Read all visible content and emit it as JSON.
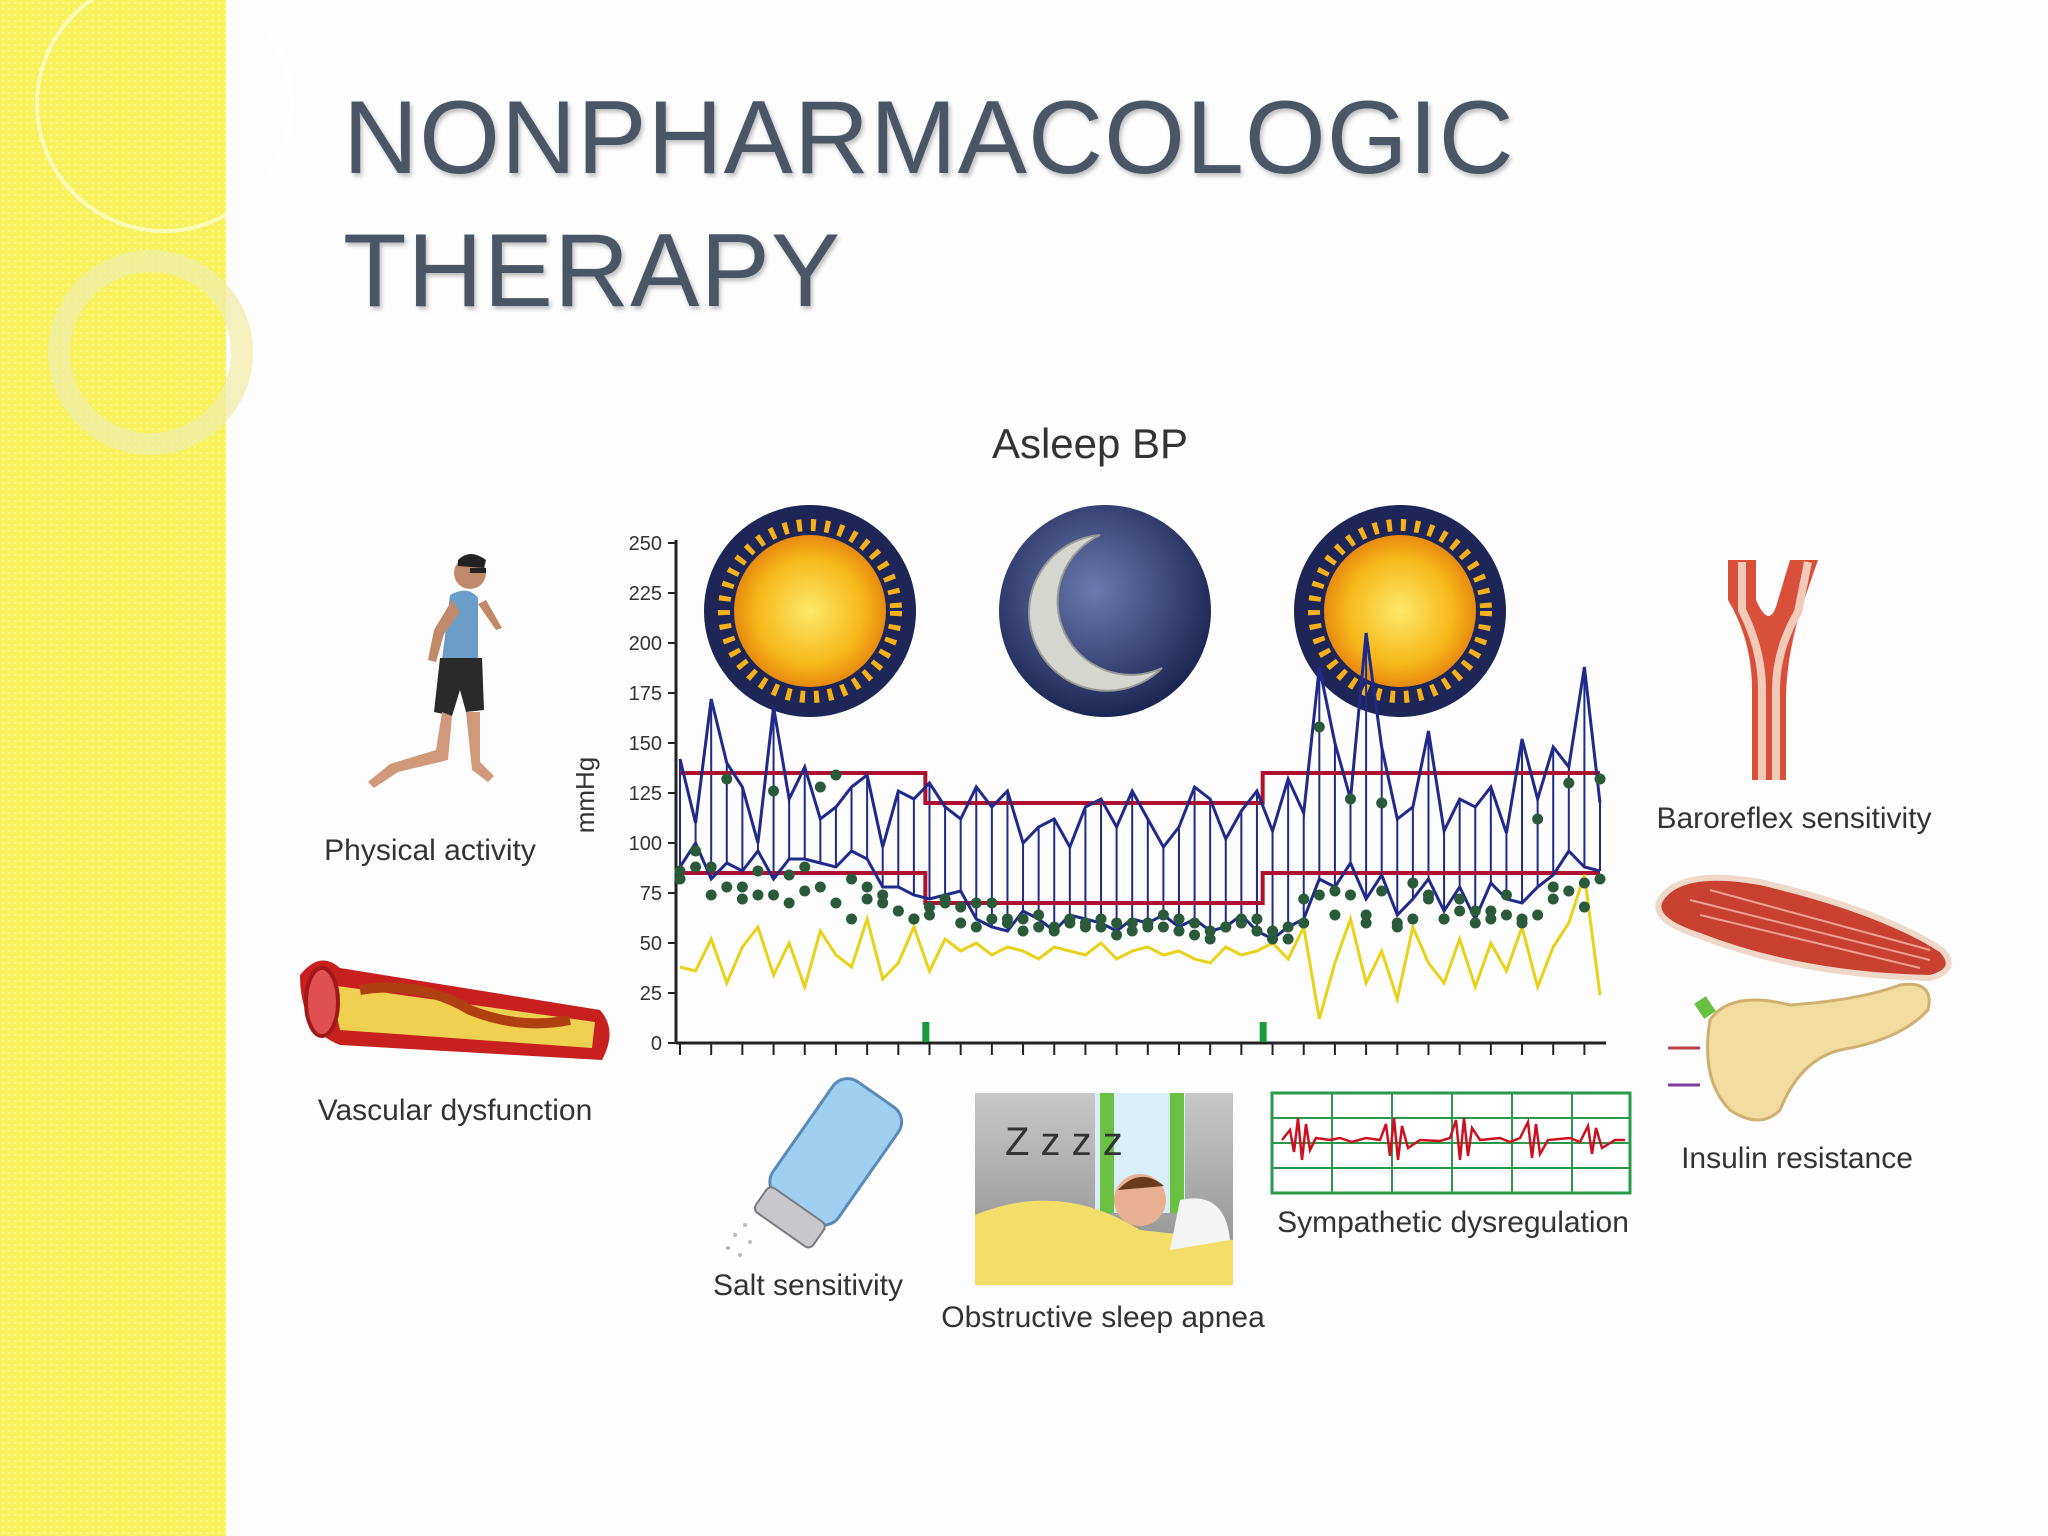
{
  "slide": {
    "title": "NONPHARMACOLOGIC\nTHERAPY"
  },
  "figure": {
    "labels": {
      "physical_activity": "Physical activity",
      "vascular_dysfunction": "Vascular dysfunction",
      "salt_sensitivity": "Salt sensitivity",
      "obstructive_sleep_apnea": "Obstructive sleep apnea",
      "sympathetic_dysregulation": "Sympathetic dysregulation",
      "baroreflex_sensitivity": "Baroreflex sensitivity",
      "insulin_resistance": "Insulin resistance"
    },
    "zzz": "Z z z z"
  },
  "colors": {
    "band": "#f8f15a",
    "title": "#4a5566",
    "systolic": "#1f2a8a",
    "threshold": "#b01030",
    "heart_rate": "#e8d21a",
    "points": "#2a5a3a",
    "marker": "#1a9a3a"
  },
  "chart_data": {
    "type": "line",
    "title": "Asleep BP",
    "ylabel": "mmHg",
    "xlabel": "",
    "ylim": [
      0,
      250
    ],
    "yticks": [
      0,
      25,
      50,
      75,
      100,
      125,
      150,
      175,
      200,
      225,
      250
    ],
    "grid": false,
    "n_points": 60,
    "period_icons": [
      "sun",
      "moon",
      "sun"
    ],
    "sleep_interval": [
      16,
      38
    ],
    "series": [
      {
        "values": [
          142,
          110,
          172,
          140,
          128,
          100,
          168,
          122,
          138,
          112,
          118,
          128,
          134,
          98,
          126,
          122,
          130,
          118,
          112,
          128,
          118,
          126,
          100,
          108,
          112,
          98,
          118,
          122,
          108,
          126,
          112,
          98,
          108,
          128,
          122,
          102,
          116,
          126,
          106,
          132,
          115,
          188,
          150,
          122,
          205,
          148,
          112,
          118,
          156,
          106,
          122,
          118,
          128,
          105,
          152,
          122,
          148,
          138,
          188,
          120
        ]
      },
      {
        "values": [
          88,
          100,
          82,
          90,
          86,
          96,
          82,
          92,
          92,
          90,
          88,
          96,
          92,
          78,
          78,
          74,
          72,
          74,
          76,
          62,
          58,
          56,
          66,
          62,
          56,
          64,
          62,
          60,
          56,
          62,
          60,
          64,
          58,
          62,
          56,
          58,
          64,
          56,
          52,
          58,
          62,
          82,
          78,
          90,
          72,
          84,
          64,
          72,
          82,
          66,
          78,
          62,
          80,
          72,
          70,
          78,
          84,
          96,
          88,
          86
        ]
      },
      {
        "values": [
          86,
          88,
          74,
          78,
          72,
          86,
          74,
          84,
          76,
          78,
          70,
          82,
          72,
          74,
          66,
          62,
          68,
          70,
          68,
          70,
          62,
          60,
          62,
          58,
          56,
          62,
          60,
          58,
          60,
          56,
          60,
          58,
          56,
          60,
          52,
          58,
          62,
          56,
          52,
          58,
          60,
          74,
          64,
          74,
          60,
          76,
          58,
          62,
          72,
          62,
          66,
          60,
          66,
          64,
          60,
          64,
          72,
          76,
          80,
          82
        ]
      },
      {
        "values": [
          38,
          36,
          52,
          30,
          48,
          58,
          34,
          50,
          28,
          56,
          44,
          38,
          62,
          32,
          40,
          58,
          36,
          52,
          46,
          50,
          44,
          48,
          46,
          42,
          48,
          46,
          44,
          50,
          42,
          46,
          48,
          44,
          46,
          42,
          40,
          48,
          44,
          46,
          50,
          42,
          58,
          12,
          40,
          62,
          30,
          46,
          22,
          58,
          40,
          30,
          52,
          28,
          50,
          36,
          58,
          28,
          48,
          60,
          84,
          24
        ]
      },
      {
        "values": [
          82,
          96,
          88,
          132,
          78,
          74,
          126,
          70,
          88,
          128,
          134,
          62,
          78,
          70,
          66,
          62,
          64,
          72,
          60,
          58,
          70,
          62,
          56,
          64,
          58,
          60,
          58,
          62,
          54,
          60,
          58,
          64,
          62,
          54,
          56,
          58,
          60,
          62,
          56,
          52,
          72,
          158,
          76,
          122,
          64,
          120,
          60,
          80,
          74,
          62,
          72,
          66,
          62,
          74,
          62,
          112,
          78,
          130,
          68,
          132
        ]
      }
    ],
    "threshold_series": [
      {
        "x": [
          0,
          16,
          16,
          38,
          38,
          60
        ],
        "values": [
          135,
          135,
          120,
          120,
          135,
          135
        ]
      },
      {
        "x": [
          0,
          16,
          16,
          38,
          38,
          60
        ],
        "values": [
          85,
          85,
          70,
          70,
          85,
          85
        ]
      }
    ],
    "markers_x": [
      16,
      38
    ]
  }
}
